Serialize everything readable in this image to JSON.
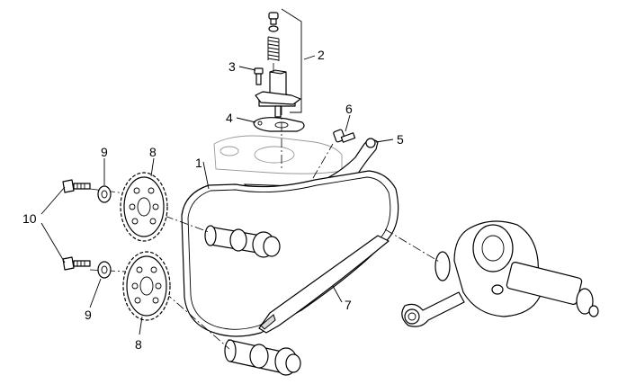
{
  "callouts": {
    "c1": "1",
    "c2": "2",
    "c3": "3",
    "c4": "4",
    "c5": "5",
    "c6": "6",
    "c7": "7",
    "c8_top": "8",
    "c8_bottom": "8",
    "c9_top": "9",
    "c9_bottom": "9",
    "c10": "10"
  }
}
